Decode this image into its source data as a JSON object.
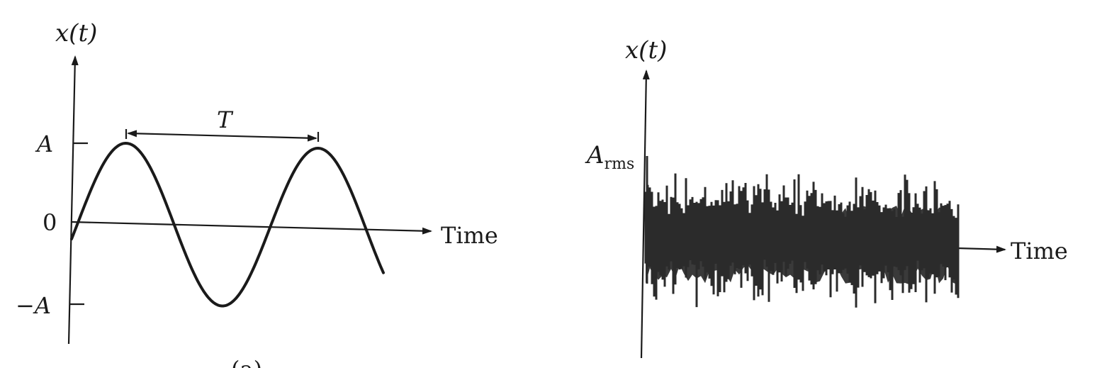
{
  "panel_a": {
    "y_axis_label": "x(t)",
    "x_axis_label": "Time",
    "period_label": "T",
    "tick_pos": "A",
    "tick_zero": "0",
    "tick_neg": "−A",
    "caption": "(a)",
    "waveform": "sine",
    "amplitude": 1,
    "cycles_shown": 1.6
  },
  "panel_b": {
    "y_axis_label": "x(t)",
    "x_axis_label": "Time",
    "level_label_main": "A",
    "level_label_sub": "rms",
    "waveform": "random noise"
  },
  "colors": {
    "ink": "#1a1a1a"
  }
}
